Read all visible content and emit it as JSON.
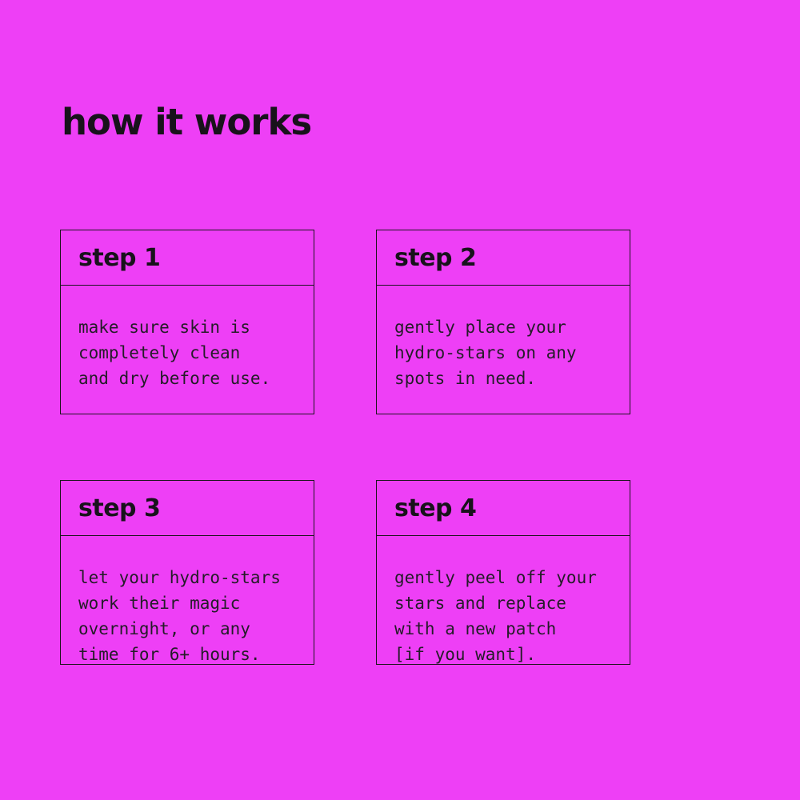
{
  "colors": {
    "bg": "#ee3ff6",
    "ink": "#18121b",
    "border": "#1b151e"
  },
  "page": {
    "title": "how it works"
  },
  "steps": [
    {
      "label": "step 1",
      "description": "make sure skin is\ncompletely clean\nand dry before use."
    },
    {
      "label": "step 2",
      "description": "gently place your\nhydro-stars on any\nspots in need."
    },
    {
      "label": "step 3",
      "description": "let your hydro-stars\nwork their magic\novernight, or any\ntime for 6+ hours."
    },
    {
      "label": "step 4",
      "description": "gently peel off your\nstars and replace\nwith a new patch\n[if you want]."
    }
  ]
}
